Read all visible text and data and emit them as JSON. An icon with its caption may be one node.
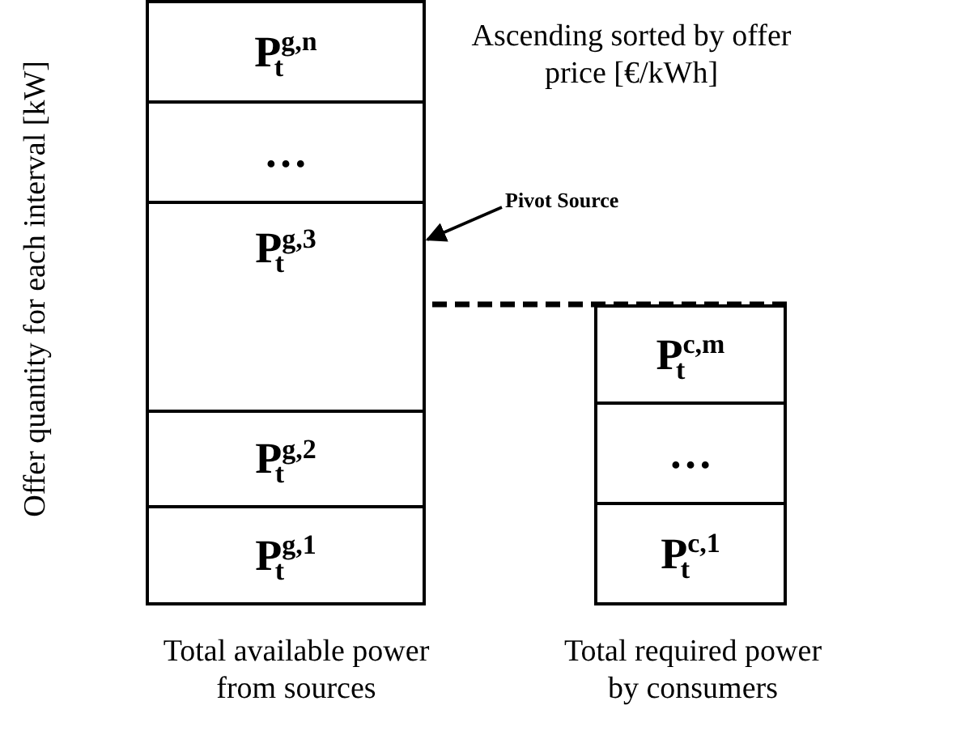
{
  "diagram": {
    "nodes": [
      {
        "text": [
          "P$^{g,n}$$_{t}$"
        ]
      },
      {
        "text": [
          "…"
        ]
      },
      {
        "text": [
          "P$^{g,3}$$_{t}$"
        ]
      },
      {
        "text": [
          "P$^{g,2}$$_{t}$"
        ]
      },
      {
        "text": [
          "P$^{g,1}$$_{t}$"
        ]
      },
      {
        "text": [
          "P$^{c,m}$$_{t}$"
        ]
      },
      {
        "text": [
          "…"
        ]
      },
      {
        "text": [
          "P$^{c,1}$$_{t}$"
        ]
      },
      {
        "text": [
          "Pivot Source"
        ]
      }
    ],
    "edges": [
      {
        "from": 8,
        "to": 2,
        "arrow": "to"
      }
    ],
    "labels": [
      "Offer quantity for each interval [kW]",
      "Ascending sorted by offer price [€/kWh]",
      "Total available power from sources",
      "Total required power by consumers"
    ]
  }
}
